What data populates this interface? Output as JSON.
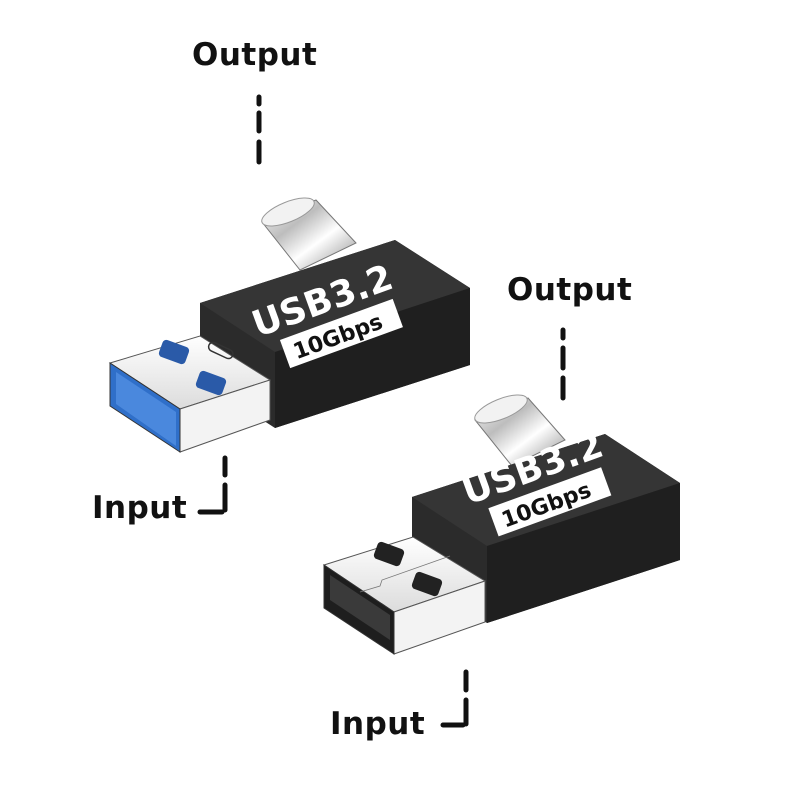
{
  "adapters": [
    {
      "id": "usb3-blue",
      "output_label": "Output",
      "input_label": "Input",
      "badge_title": "USB3.2",
      "badge_speed": "10Gbps",
      "plug_type": "USB-A (blue insert)",
      "output_type": "USB-C",
      "insert_color": "#2f6fc9"
    },
    {
      "id": "usb2-black",
      "output_label": "Output",
      "input_label": "Input",
      "badge_title": "USB3.2",
      "badge_speed": "10Gbps",
      "plug_type": "USB-A (black insert)",
      "output_type": "USB-C",
      "insert_color": "#1e1e1e"
    }
  ],
  "colors": {
    "body": "#2a2a2a",
    "body_top": "#333333",
    "metal": "#e6e6e6",
    "text": "#111111"
  }
}
